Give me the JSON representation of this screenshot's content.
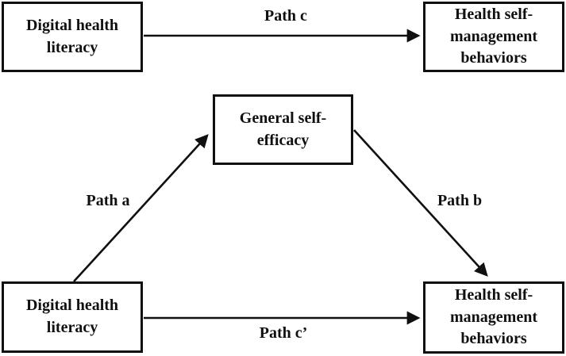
{
  "figure": {
    "type": "mediation-path-diagram",
    "background_color": "#ffffff",
    "ink_color": "#101010"
  },
  "top_model": {
    "predictor": {
      "label": "Digital health\nliteracy"
    },
    "outcome": {
      "label": "Health self-\nmanagement\nbehaviors"
    },
    "path_c": {
      "label": "Path c"
    }
  },
  "mediation_model": {
    "predictor": {
      "label": "Digital health\nliteracy"
    },
    "mediator": {
      "label": "General self-\nefficacy"
    },
    "outcome": {
      "label": "Health self-\nmanagement\nbehaviors"
    },
    "path_a": {
      "label": "Path a"
    },
    "path_b": {
      "label": "Path b"
    },
    "path_c_prime": {
      "label": "Path c’"
    }
  }
}
